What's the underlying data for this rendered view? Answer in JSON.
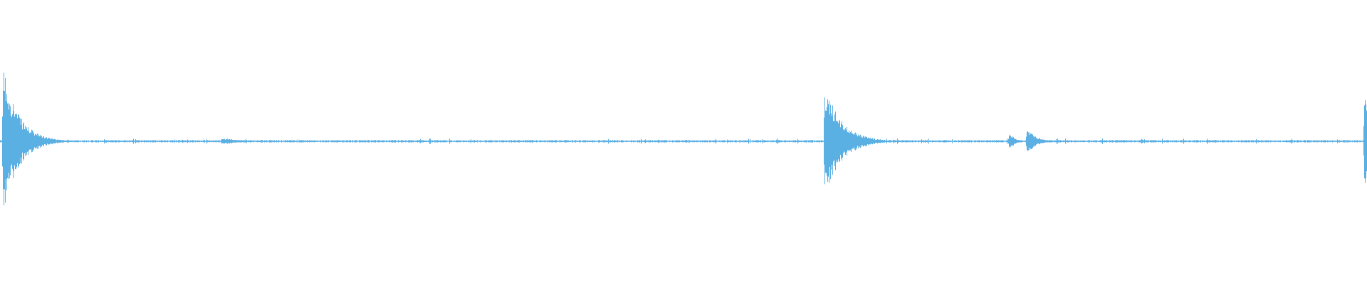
{
  "waveform": {
    "color": "#5aafe3",
    "background": "#ffffff",
    "noise_amplitude": 0.012,
    "transients": [
      {
        "time": 0.002,
        "amplitude": 0.98,
        "decay": 0.011
      },
      {
        "time": 0.162,
        "amplitude": 0.045,
        "decay": 0.012
      },
      {
        "time": 0.603,
        "amplitude": 0.74,
        "decay": 0.012
      },
      {
        "time": 0.738,
        "amplitude": 0.12,
        "decay": 0.004
      },
      {
        "time": 0.751,
        "amplitude": 0.18,
        "decay": 0.006
      },
      {
        "time": 0.998,
        "amplitude": 0.86,
        "decay": 0.004
      }
    ]
  }
}
